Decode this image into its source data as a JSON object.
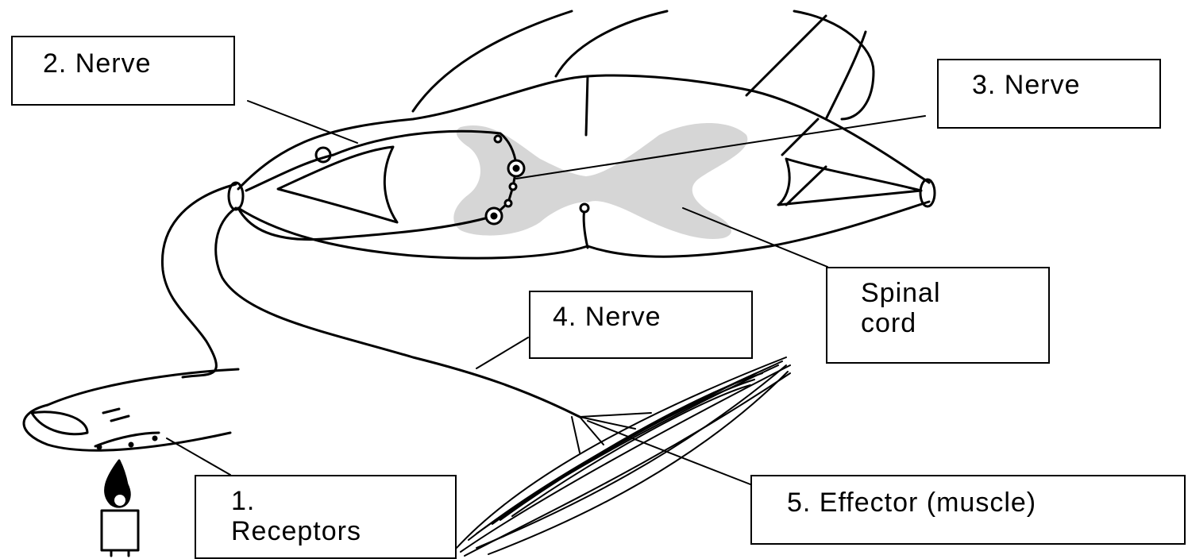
{
  "labels": {
    "nerve2": "2. Nerve",
    "nerve3": "3. Nerve",
    "spinal_line1": "Spinal",
    "spinal_line2": "cord",
    "nerve4": "4. Nerve",
    "receptors_line1": "1.",
    "receptors_line2": "Receptors",
    "effector": "5. Effector (muscle)"
  },
  "colors": {
    "line": "#000000",
    "grey_matter": "#d6d6d6",
    "background": "#ffffff"
  }
}
